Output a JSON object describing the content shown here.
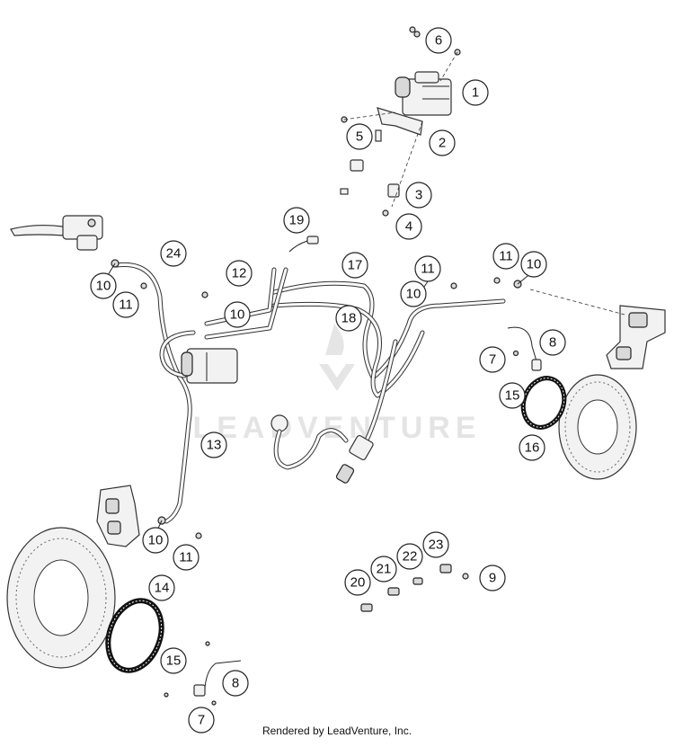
{
  "watermark": {
    "brand": "LEADVENTURE"
  },
  "footer": {
    "credit": "Rendered by LeadVenture, Inc."
  },
  "callouts": [
    {
      "id": "c1",
      "label": "1"
    },
    {
      "id": "c2",
      "label": "2"
    },
    {
      "id": "c3",
      "label": "3"
    },
    {
      "id": "c4",
      "label": "4"
    },
    {
      "id": "c5",
      "label": "5"
    },
    {
      "id": "c6",
      "label": "6"
    },
    {
      "id": "c7a",
      "label": "7"
    },
    {
      "id": "c7b",
      "label": "7"
    },
    {
      "id": "c8a",
      "label": "8"
    },
    {
      "id": "c8b",
      "label": "8"
    },
    {
      "id": "c9",
      "label": "9"
    },
    {
      "id": "c10a",
      "label": "10"
    },
    {
      "id": "c10b",
      "label": "10"
    },
    {
      "id": "c10c",
      "label": "10"
    },
    {
      "id": "c10d",
      "label": "10"
    },
    {
      "id": "c10e",
      "label": "10"
    },
    {
      "id": "c11a",
      "label": "11"
    },
    {
      "id": "c11b",
      "label": "11"
    },
    {
      "id": "c11c",
      "label": "11"
    },
    {
      "id": "c11d",
      "label": "11"
    },
    {
      "id": "c12",
      "label": "12"
    },
    {
      "id": "c13",
      "label": "13"
    },
    {
      "id": "c14",
      "label": "14"
    },
    {
      "id": "c15a",
      "label": "15"
    },
    {
      "id": "c15b",
      "label": "15"
    },
    {
      "id": "c16",
      "label": "16"
    },
    {
      "id": "c17",
      "label": "17"
    },
    {
      "id": "c18",
      "label": "18"
    },
    {
      "id": "c19",
      "label": "19"
    },
    {
      "id": "c20",
      "label": "20"
    },
    {
      "id": "c21",
      "label": "21"
    },
    {
      "id": "c22",
      "label": "22"
    },
    {
      "id": "c23",
      "label": "23"
    },
    {
      "id": "c24",
      "label": "24"
    }
  ]
}
